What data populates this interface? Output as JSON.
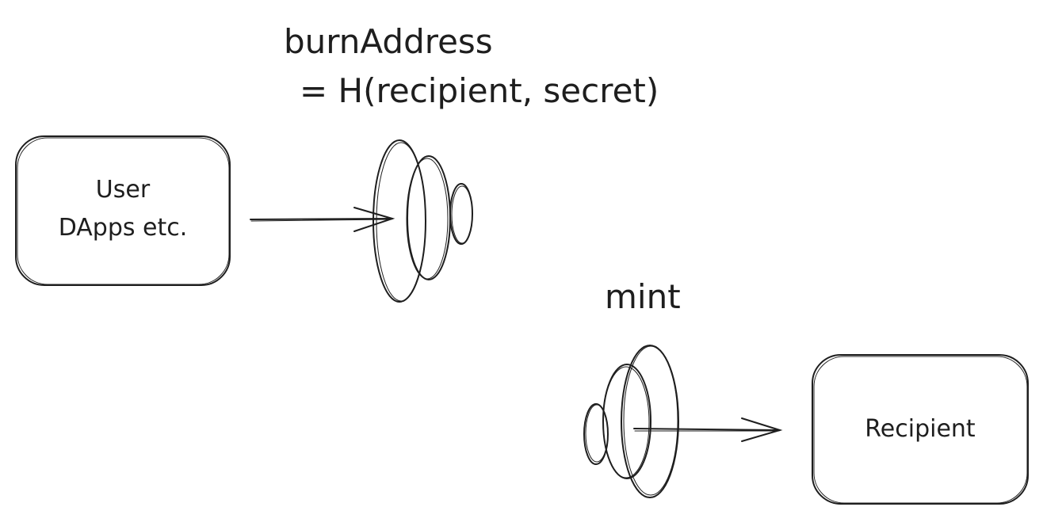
{
  "title_line1": "burnAddress",
  "title_line2": "= H(recipient, secret)",
  "mint_label": "mint",
  "user_box": {
    "line1": "User",
    "line2": "DApps etc."
  },
  "recipient_box": {
    "label": "Recipient"
  },
  "stroke_color": "#1e1e1e"
}
